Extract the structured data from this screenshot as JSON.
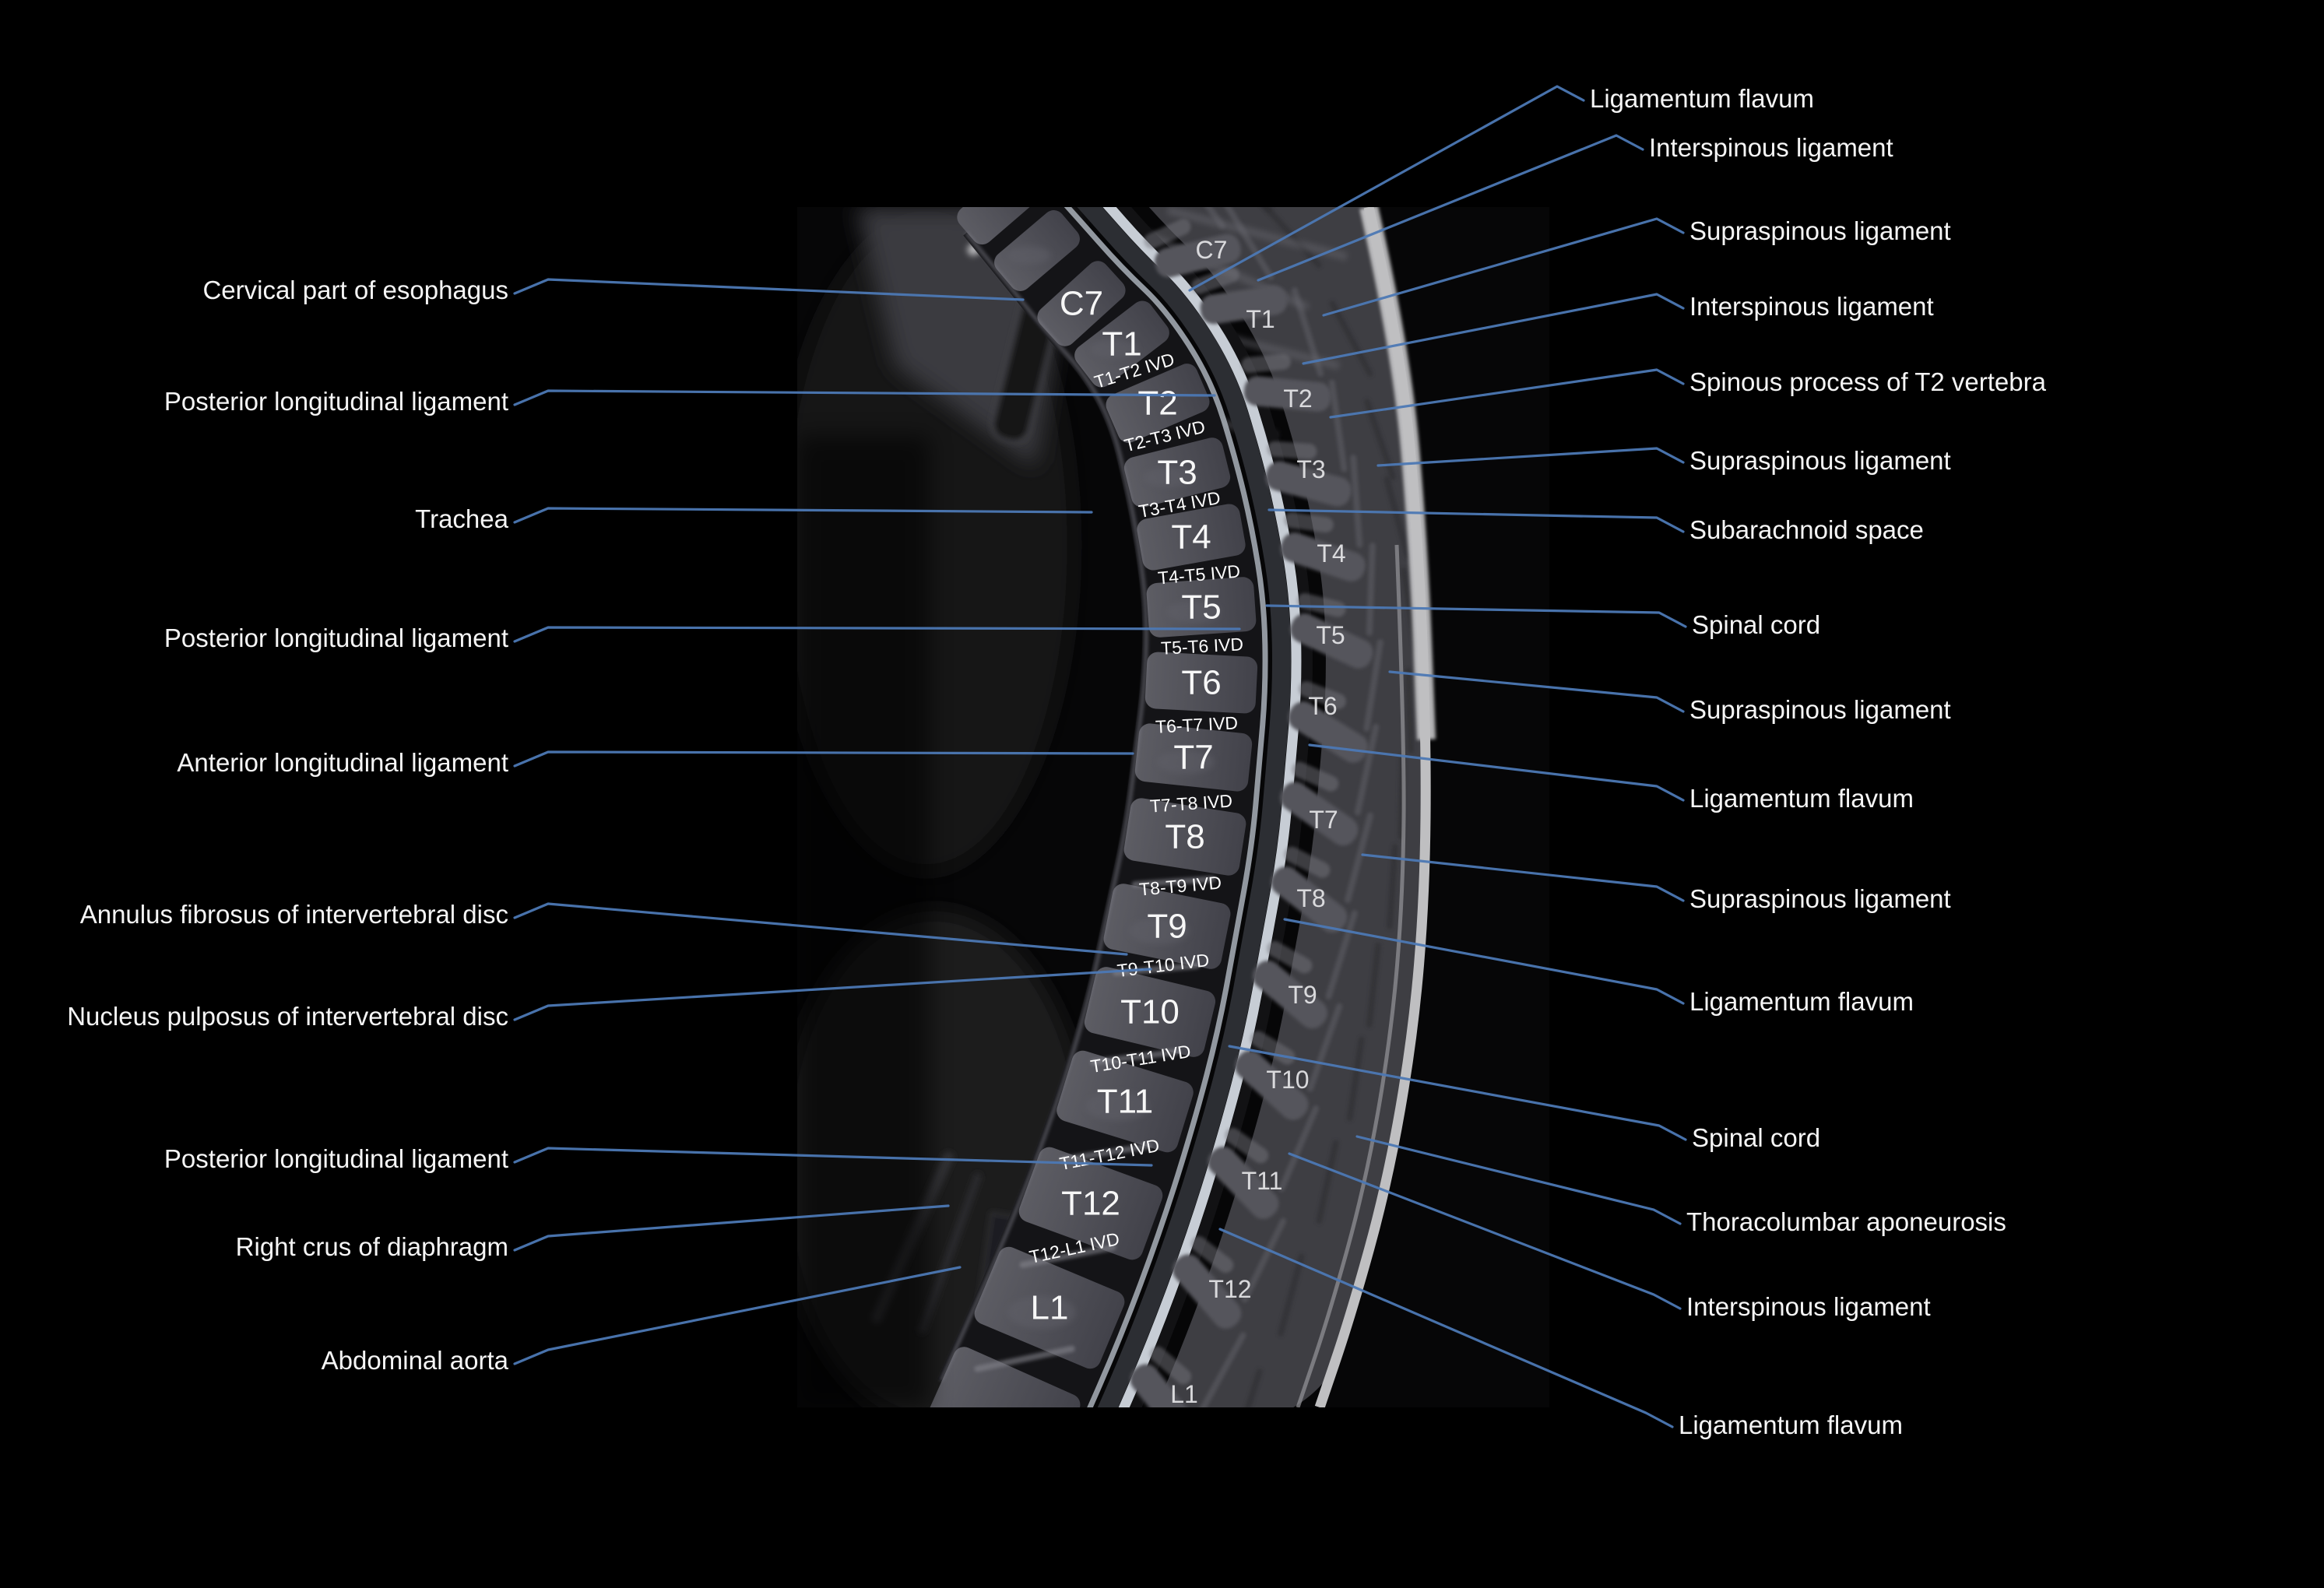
{
  "colors": {
    "background": "#000000",
    "leader_line": "#4c78b4",
    "label_text": "#f5f5f5"
  },
  "labels": {
    "left": [
      "Cervical part of esophagus",
      "Posterior longitudinal ligament",
      "Trachea",
      "Posterior longitudinal ligament",
      "Anterior longitudinal ligament",
      "Annulus fibrosus of intervertebral disc",
      "Nucleus pulposus of intervertebral disc",
      "Posterior longitudinal ligament",
      "Right crus of diaphragm",
      "Abdominal aorta"
    ],
    "right": [
      "Ligamentum flavum",
      "Interspinous ligament",
      "Supraspinous ligament",
      "Interspinous ligament",
      "Spinous process of T2 vertebra",
      "Supraspinous ligament",
      "Subarachnoid space",
      "Spinal cord",
      "Supraspinous ligament",
      "Ligamentum flavum",
      "Supraspinous ligament",
      "Ligamentum flavum",
      "Spinal cord",
      "Thoracolumbar aponeurosis",
      "Interspinous ligament",
      "Ligamentum flavum"
    ]
  },
  "mri": {
    "vertebral_bodies": [
      "C7",
      "T1",
      "T2",
      "T3",
      "T4",
      "T5",
      "T6",
      "T7",
      "T8",
      "T9",
      "T10",
      "T11",
      "T12",
      "L1"
    ],
    "intervertebral_discs": [
      "T1-T2 IVD",
      "T2-T3 IVD",
      "T3-T4 IVD",
      "T4-T5 IVD",
      "T5-T6 IVD",
      "T6-T7 IVD",
      "T7-T8 IVD",
      "T8-T9 IVD",
      "T9-T10 IVD",
      "T10-T11 IVD",
      "T11-T12 IVD",
      "T12-L1 IVD"
    ],
    "spinous_processes": [
      "C7",
      "T1",
      "T2",
      "T3",
      "T4",
      "T5",
      "T6",
      "T7",
      "T8",
      "T9",
      "T10",
      "T11",
      "T12",
      "L1"
    ]
  }
}
